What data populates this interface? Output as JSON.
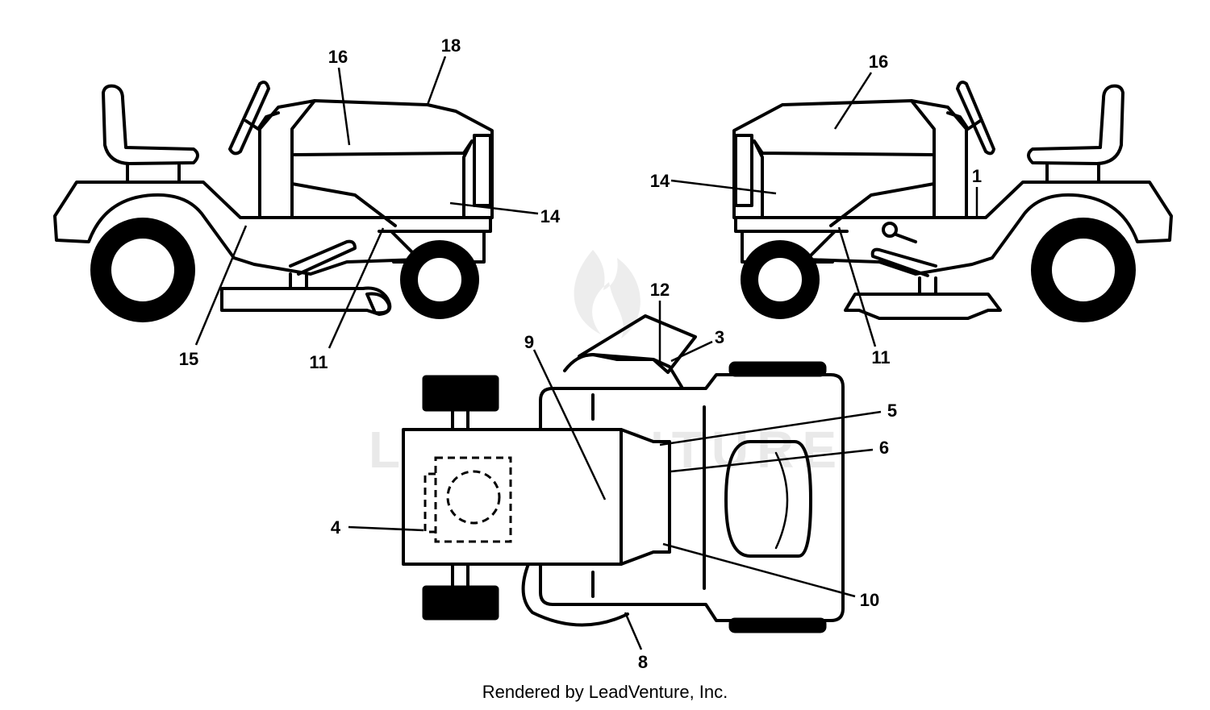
{
  "watermark": "LEADVENTURE",
  "credit": "Rendered by LeadVenture, Inc.",
  "labels": {
    "l15": "15",
    "l11a": "11",
    "l16a": "16",
    "l18": "18",
    "l14a": "14",
    "l16b": "16",
    "l14b": "14",
    "l1": "1",
    "l11b": "11",
    "l12": "12",
    "l3": "3",
    "l9": "9",
    "l5": "5",
    "l6": "6",
    "l4": "4",
    "l10": "10",
    "l8": "8"
  }
}
